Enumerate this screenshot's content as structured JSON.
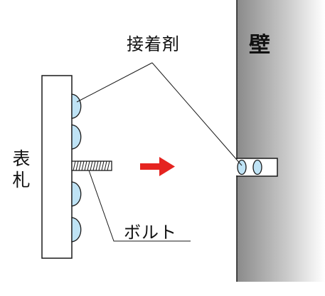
{
  "labels": {
    "adhesive": "接着剤",
    "bolt": "ボルト",
    "plate_line1": "表",
    "plate_line2": "札",
    "wall": "壁"
  },
  "colors": {
    "wall_dark": "#8c8c8c",
    "wall_light": "#ffffff",
    "adhesive_fill": "#bfe3f5",
    "arrow": "#e52420",
    "stroke": "#1a1a1a"
  }
}
